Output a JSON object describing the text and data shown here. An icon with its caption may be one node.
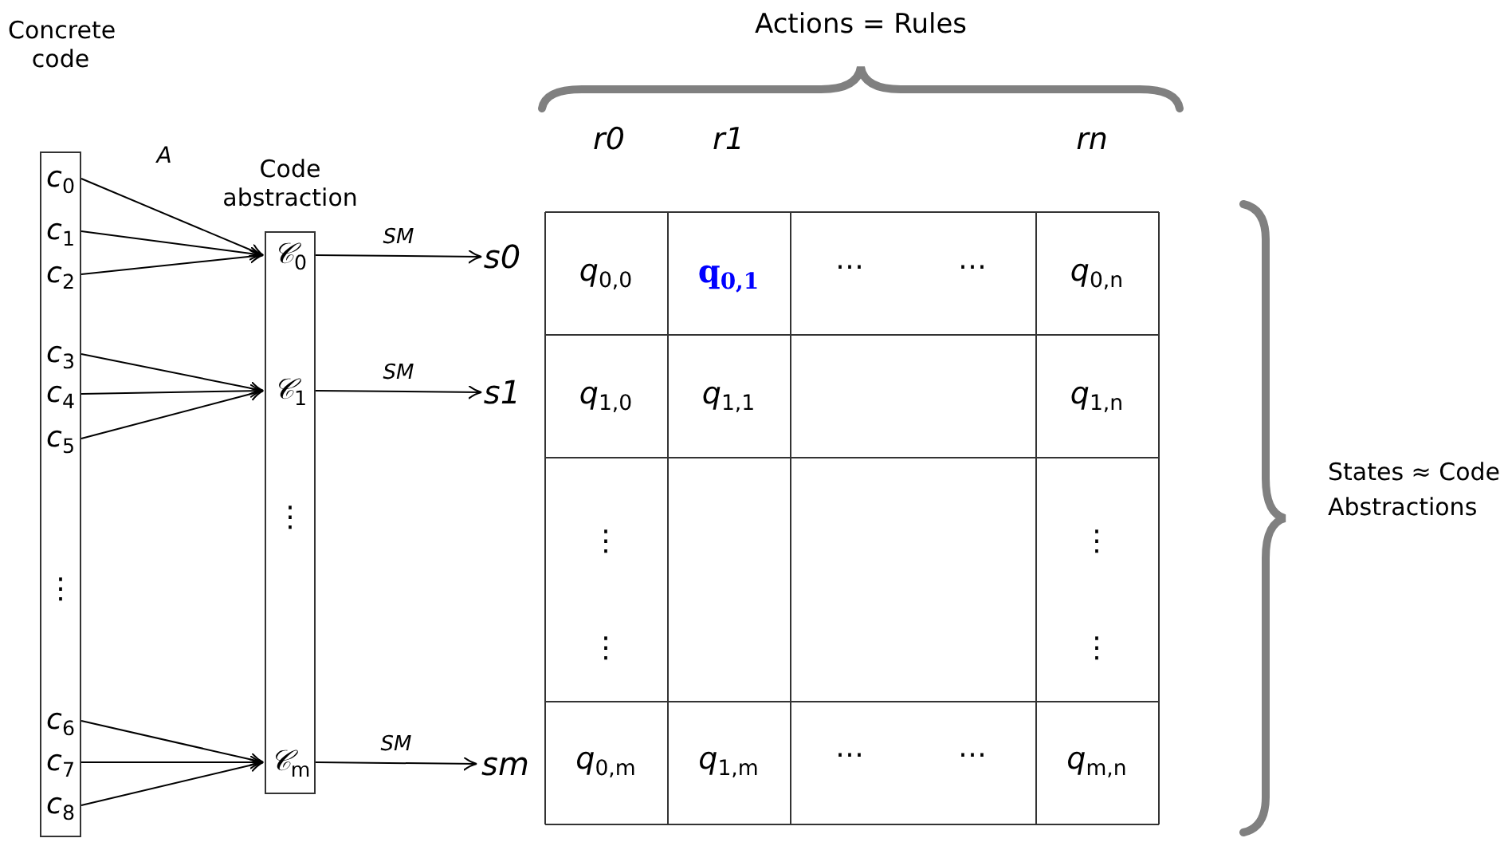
{
  "diagram": {
    "nodes": [
      {
        "text": [
          "Concrete code"
        ]
      },
      {
        "text": [
          "c$_{0}$"
        ],
        "in": 0
      },
      {
        "text": [
          "c$_{1}$"
        ],
        "in": 0
      },
      {
        "text": [
          "c$_{2}$"
        ],
        "in": 0
      },
      {
        "text": [
          "c$_{3}$"
        ],
        "in": 0
      },
      {
        "text": [
          "c$_{4}$"
        ],
        "in": 0
      },
      {
        "text": [
          "c$_{5}$"
        ],
        "in": 0
      },
      {
        "text": [
          "c$_{6}$"
        ],
        "in": 0
      },
      {
        "text": [
          "c$_{7}$"
        ],
        "in": 0
      },
      {
        "text": [
          "c$_{8}$"
        ],
        "in": 0
      },
      {
        "text": [
          "Code abstraction"
        ]
      },
      {
        "text": [
          "𝒞$_{0}$"
        ],
        "in": 10
      },
      {
        "text": [
          "𝒞$_{1}$"
        ],
        "in": 10
      },
      {
        "text": [
          "𝒞$_{m}$"
        ],
        "in": 10
      },
      {
        "text": [
          "s0"
        ]
      },
      {
        "text": [
          "s1"
        ]
      },
      {
        "text": [
          "sm"
        ]
      }
    ],
    "edges": [
      {
        "from": 1,
        "to": 11,
        "arrow": "to"
      },
      {
        "from": 2,
        "to": 11,
        "arrow": "to"
      },
      {
        "from": 3,
        "to": 11,
        "arrow": "to"
      },
      {
        "from": 4,
        "to": 12,
        "arrow": "to"
      },
      {
        "from": 5,
        "to": 12,
        "arrow": "to"
      },
      {
        "from": 6,
        "to": 12,
        "arrow": "to"
      },
      {
        "from": 7,
        "to": 13,
        "arrow": "to"
      },
      {
        "from": 8,
        "to": 13,
        "arrow": "to"
      },
      {
        "from": 9,
        "to": 13,
        "arrow": "to"
      },
      {
        "from": 11,
        "to": 14,
        "arrow": "to",
        "label": "SM"
      },
      {
        "from": 12,
        "to": 15,
        "arrow": "to",
        "label": "SM"
      },
      {
        "from": 13,
        "to": 16,
        "arrow": "to",
        "label": "SM"
      }
    ],
    "labels": [
      "Actions = Rules",
      "A",
      "r0",
      "r1",
      "rn",
      "⋮",
      "⋮",
      "q$_{0,0}$",
      "q$_{0,1}$",
      "⋯",
      "⋯",
      "q$_{0,n}$",
      "q$_{1,0}$",
      "q$_{1,1}$",
      "q$_{1,n}$",
      "⋮",
      "⋮",
      "⋮",
      "⋮",
      "q$_{0,m}$",
      "q$_{1,m}$",
      "⋯",
      "⋯",
      "q$_{m,n}$",
      "States ≈ Code Abstractions"
    ]
  }
}
